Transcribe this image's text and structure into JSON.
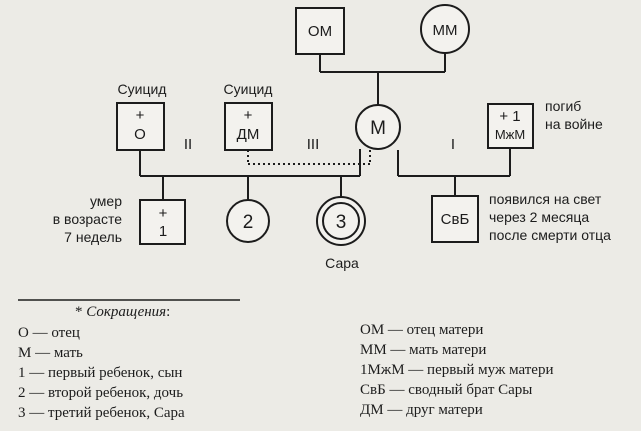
{
  "diagram": {
    "nodes": {
      "om": "ОМ",
      "mm": "ММ",
      "m": "М",
      "father": [
        "+",
        "О"
      ],
      "friend": [
        "+",
        "ДМ"
      ],
      "first_husband": [
        "+ 1",
        "МжМ"
      ],
      "child1": [
        "+",
        "1"
      ],
      "child2": "2",
      "child3": "3",
      "half_brother": "СвБ"
    },
    "labels": {
      "suicide_father": "Суицид",
      "suicide_friend": "Суицид",
      "died_in_war": [
        "погиб",
        "на войне"
      ],
      "child1_note": [
        "умер",
        "в возрасте",
        "7 недель"
      ],
      "sara": "Сара",
      "half_brother_note": [
        "появился на свет",
        "через 2 месяца",
        "после смерти отца"
      ]
    },
    "relations": {
      "r1": "II",
      "r2": "III",
      "r3": "I"
    }
  },
  "legend": {
    "title_prefix": "* ",
    "title": "Сокращения",
    "title_suffix": ":",
    "left": [
      "О — отец",
      "М — мать",
      "1 — первый ребенок, сын",
      "2 — второй ребенок, дочь",
      "3 — третий ребенок, Сара"
    ],
    "right": [
      "ОМ — отец матери",
      "ММ — мать матери",
      "1МжМ — первый муж матери",
      "СвБ — сводный брат Сары",
      "ДМ — друг матери"
    ]
  }
}
